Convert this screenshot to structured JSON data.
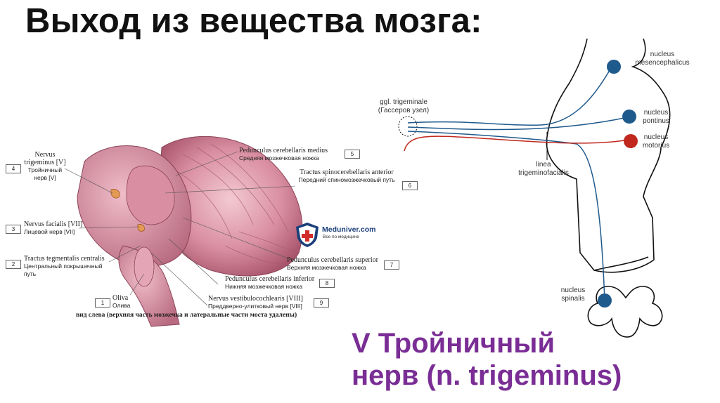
{
  "slide": {
    "title": "Выход из вещества мозга:",
    "nerve_title_line1": "V Тройничный",
    "nerve_title_line2": "нерв (n. trigeminus)",
    "accent_color": "#7a2e95"
  },
  "illustration": {
    "caption": "вид слева (верхняя часть мозжечка и латеральные части моста удалены)",
    "watermark": {
      "name": "Meduniver.com",
      "tagline": "Все по медицине"
    },
    "labels": [
      {
        "num": "4",
        "latin": "Nervus trigeminus [V]",
        "russian": "Тройничный нерв [V]"
      },
      {
        "num": "3",
        "latin": "Nervus facialis [VII]",
        "russian": "Лицевой нерв [VII]"
      },
      {
        "num": "2",
        "latin": "Tractus tegmentalis centralis",
        "russian": "Центральный покрышечный путь"
      },
      {
        "num": "1",
        "latin": "Oliva",
        "russian": "Олива"
      },
      {
        "num": "5",
        "latin": "Pedunculus cerebellaris medius",
        "russian": "Средняя мозжечковая ножка"
      },
      {
        "num": "6",
        "latin": "Tractus spinocerebellaris anterior",
        "russian": "Передний спиномозжечковый путь"
      },
      {
        "num": "7",
        "latin": "Pedunculus cerebellaris superior",
        "russian": "Верхняя мозжечковая ножка"
      },
      {
        "num": "8",
        "latin": "Pedunculus cerebellaris inferior",
        "russian": "Нижняя мозжечковая ножка"
      },
      {
        "num": "9",
        "latin": "Nervus vestibulocochlearis [VIII]",
        "russian": "Преддверно-улитковый нерв [VIII]"
      }
    ]
  },
  "schema": {
    "ganglion_label": "ggl. trigeminale (Гассеров узел)",
    "nucleus_mesencephalicus": "nucleus mesencephalicus",
    "nucleus_pontinus": "nucleus pontinus",
    "nucleus_motorius": "nucleus motorius",
    "linea": "linea trigeminofacialis",
    "nucleus_spinalis": "nucleus spinalis",
    "sensory_color": "#1f5a8c",
    "motor_color": "#c0281e"
  }
}
